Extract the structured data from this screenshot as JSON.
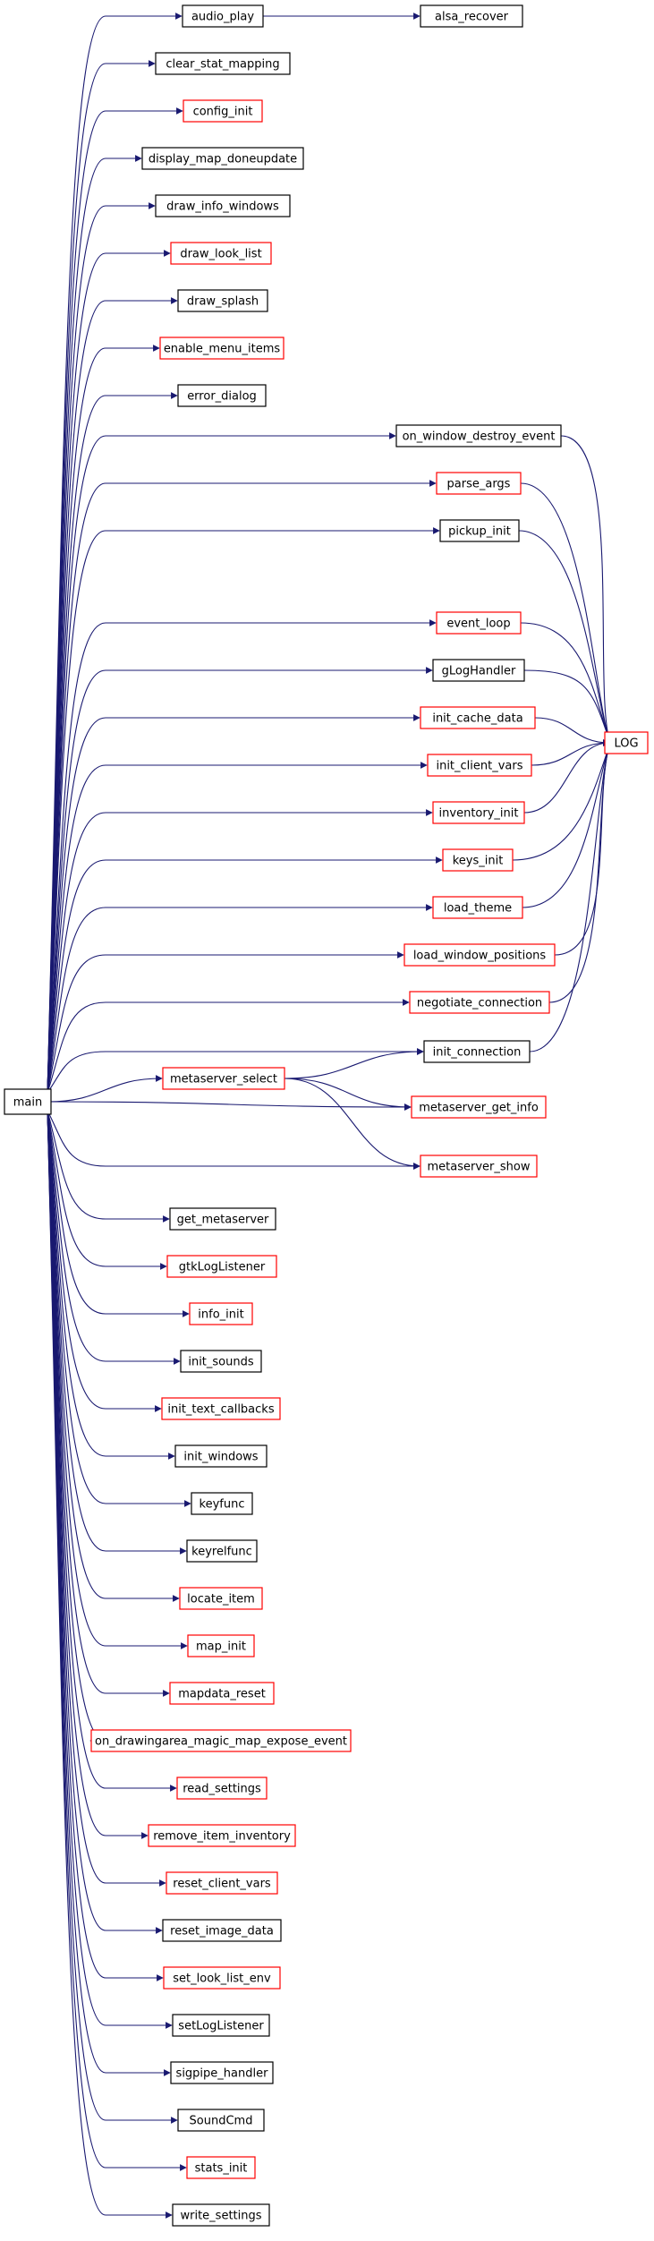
{
  "colors": {
    "edge": "#191970",
    "border_ok": "#000000",
    "border_truncated": "#ff0000",
    "root_fill": "#bfbfbf"
  },
  "nodes": [
    {
      "id": "main",
      "label": "main",
      "kind": "root"
    },
    {
      "id": "audio_play",
      "label": "audio_play",
      "kind": "normal"
    },
    {
      "id": "alsa_recover",
      "label": "alsa_recover",
      "kind": "normal"
    },
    {
      "id": "clear_stat_mapping",
      "label": "clear_stat_mapping",
      "kind": "normal"
    },
    {
      "id": "config_init",
      "label": "config_init",
      "kind": "truncated"
    },
    {
      "id": "display_map_doneupdate",
      "label": "display_map_doneupdate",
      "kind": "normal"
    },
    {
      "id": "draw_info_windows",
      "label": "draw_info_windows",
      "kind": "normal"
    },
    {
      "id": "draw_look_list",
      "label": "draw_look_list",
      "kind": "truncated"
    },
    {
      "id": "draw_splash",
      "label": "draw_splash",
      "kind": "normal"
    },
    {
      "id": "enable_menu_items",
      "label": "enable_menu_items",
      "kind": "truncated"
    },
    {
      "id": "error_dialog",
      "label": "error_dialog",
      "kind": "normal"
    },
    {
      "id": "on_window_destroy_event",
      "label": "on_window_destroy_event",
      "kind": "normal"
    },
    {
      "id": "parse_args",
      "label": "parse_args",
      "kind": "truncated"
    },
    {
      "id": "pickup_init",
      "label": "pickup_init",
      "kind": "normal"
    },
    {
      "id": "event_loop",
      "label": "event_loop",
      "kind": "truncated"
    },
    {
      "id": "gLogHandler",
      "label": "gLogHandler",
      "kind": "normal"
    },
    {
      "id": "init_cache_data",
      "label": "init_cache_data",
      "kind": "truncated"
    },
    {
      "id": "LOG",
      "label": "LOG",
      "kind": "truncated"
    },
    {
      "id": "init_client_vars",
      "label": "init_client_vars",
      "kind": "truncated"
    },
    {
      "id": "inventory_init",
      "label": "inventory_init",
      "kind": "truncated"
    },
    {
      "id": "keys_init",
      "label": "keys_init",
      "kind": "truncated"
    },
    {
      "id": "load_theme",
      "label": "load_theme",
      "kind": "truncated"
    },
    {
      "id": "load_window_positions",
      "label": "load_window_positions",
      "kind": "truncated"
    },
    {
      "id": "negotiate_connection",
      "label": "negotiate_connection",
      "kind": "truncated"
    },
    {
      "id": "init_connection",
      "label": "init_connection",
      "kind": "normal"
    },
    {
      "id": "metaserver_select",
      "label": "metaserver_select",
      "kind": "truncated"
    },
    {
      "id": "metaserver_get_info",
      "label": "metaserver_get_info",
      "kind": "truncated"
    },
    {
      "id": "metaserver_show",
      "label": "metaserver_show",
      "kind": "truncated"
    },
    {
      "id": "get_metaserver",
      "label": "get_metaserver",
      "kind": "normal"
    },
    {
      "id": "gtkLogListener",
      "label": "gtkLogListener",
      "kind": "truncated"
    },
    {
      "id": "info_init",
      "label": "info_init",
      "kind": "truncated"
    },
    {
      "id": "init_sounds",
      "label": "init_sounds",
      "kind": "normal"
    },
    {
      "id": "init_text_callbacks",
      "label": "init_text_callbacks",
      "kind": "truncated"
    },
    {
      "id": "init_windows",
      "label": "init_windows",
      "kind": "normal"
    },
    {
      "id": "keyfunc",
      "label": "keyfunc",
      "kind": "normal"
    },
    {
      "id": "keyrelfunc",
      "label": "keyrelfunc",
      "kind": "normal"
    },
    {
      "id": "locate_item",
      "label": "locate_item",
      "kind": "truncated"
    },
    {
      "id": "map_init",
      "label": "map_init",
      "kind": "truncated"
    },
    {
      "id": "mapdata_reset",
      "label": "mapdata_reset",
      "kind": "truncated"
    },
    {
      "id": "on_drawingarea_magic_map_expose_event",
      "label": "on_drawingarea_magic_map_expose_event",
      "kind": "truncated"
    },
    {
      "id": "read_settings",
      "label": "read_settings",
      "kind": "truncated"
    },
    {
      "id": "remove_item_inventory",
      "label": "remove_item_inventory",
      "kind": "truncated"
    },
    {
      "id": "reset_client_vars",
      "label": "reset_client_vars",
      "kind": "truncated"
    },
    {
      "id": "reset_image_data",
      "label": "reset_image_data",
      "kind": "normal"
    },
    {
      "id": "set_look_list_env",
      "label": "set_look_list_env",
      "kind": "truncated"
    },
    {
      "id": "setLogListener",
      "label": "setLogListener",
      "kind": "normal"
    },
    {
      "id": "sigpipe_handler",
      "label": "sigpipe_handler",
      "kind": "normal"
    },
    {
      "id": "SoundCmd",
      "label": "SoundCmd",
      "kind": "normal"
    },
    {
      "id": "stats_init",
      "label": "stats_init",
      "kind": "truncated"
    },
    {
      "id": "write_settings",
      "label": "write_settings",
      "kind": "normal"
    }
  ],
  "edges": [
    [
      "main",
      "audio_play"
    ],
    [
      "audio_play",
      "alsa_recover"
    ],
    [
      "main",
      "clear_stat_mapping"
    ],
    [
      "main",
      "config_init"
    ],
    [
      "main",
      "display_map_doneupdate"
    ],
    [
      "main",
      "draw_info_windows"
    ],
    [
      "main",
      "draw_look_list"
    ],
    [
      "main",
      "draw_splash"
    ],
    [
      "main",
      "enable_menu_items"
    ],
    [
      "main",
      "error_dialog"
    ],
    [
      "main",
      "on_window_destroy_event"
    ],
    [
      "on_window_destroy_event",
      "LOG"
    ],
    [
      "main",
      "parse_args"
    ],
    [
      "parse_args",
      "LOG"
    ],
    [
      "main",
      "pickup_init"
    ],
    [
      "pickup_init",
      "LOG"
    ],
    [
      "main",
      "event_loop"
    ],
    [
      "event_loop",
      "LOG"
    ],
    [
      "main",
      "gLogHandler"
    ],
    [
      "gLogHandler",
      "LOG"
    ],
    [
      "main",
      "init_cache_data"
    ],
    [
      "init_cache_data",
      "LOG"
    ],
    [
      "main",
      "init_client_vars"
    ],
    [
      "init_client_vars",
      "LOG"
    ],
    [
      "main",
      "inventory_init"
    ],
    [
      "inventory_init",
      "LOG"
    ],
    [
      "main",
      "keys_init"
    ],
    [
      "keys_init",
      "LOG"
    ],
    [
      "main",
      "load_theme"
    ],
    [
      "load_theme",
      "LOG"
    ],
    [
      "main",
      "load_window_positions"
    ],
    [
      "load_window_positions",
      "LOG"
    ],
    [
      "main",
      "negotiate_connection"
    ],
    [
      "negotiate_connection",
      "LOG"
    ],
    [
      "main",
      "init_connection"
    ],
    [
      "init_connection",
      "LOG"
    ],
    [
      "main",
      "metaserver_select"
    ],
    [
      "metaserver_select",
      "init_connection"
    ],
    [
      "metaserver_select",
      "metaserver_get_info"
    ],
    [
      "metaserver_select",
      "metaserver_show"
    ],
    [
      "main",
      "metaserver_get_info"
    ],
    [
      "main",
      "metaserver_show"
    ],
    [
      "main",
      "get_metaserver"
    ],
    [
      "main",
      "gtkLogListener"
    ],
    [
      "main",
      "info_init"
    ],
    [
      "main",
      "init_sounds"
    ],
    [
      "main",
      "init_text_callbacks"
    ],
    [
      "main",
      "init_windows"
    ],
    [
      "main",
      "keyfunc"
    ],
    [
      "main",
      "keyrelfunc"
    ],
    [
      "main",
      "locate_item"
    ],
    [
      "main",
      "map_init"
    ],
    [
      "main",
      "mapdata_reset"
    ],
    [
      "main",
      "on_drawingarea_magic_map_expose_event"
    ],
    [
      "main",
      "read_settings"
    ],
    [
      "main",
      "remove_item_inventory"
    ],
    [
      "main",
      "reset_client_vars"
    ],
    [
      "main",
      "reset_image_data"
    ],
    [
      "main",
      "set_look_list_env"
    ],
    [
      "main",
      "setLogListener"
    ],
    [
      "main",
      "sigpipe_handler"
    ],
    [
      "main",
      "SoundCmd"
    ],
    [
      "main",
      "stats_init"
    ],
    [
      "main",
      "write_settings"
    ]
  ]
}
